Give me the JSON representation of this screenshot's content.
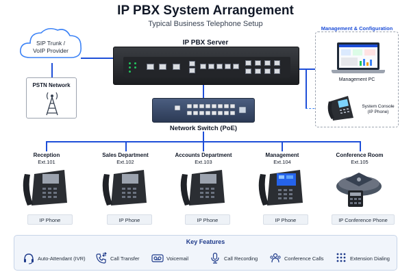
{
  "header": {
    "title": "IP PBX System Arrangement",
    "subtitle": "Typical Business Telephone Setup"
  },
  "cloud": {
    "line1": "SIP Trunk /",
    "line2": "VoIP Provider"
  },
  "pstn": {
    "label": "PSTN Network"
  },
  "pbx": {
    "label": "IP PBX Server"
  },
  "switch": {
    "label": "Network Switch (PoE)"
  },
  "management": {
    "title": "Management & Configuration",
    "pc_label": "Management PC",
    "console_line1": "System Console",
    "console_line2": "(IP Phone)"
  },
  "extensions": [
    {
      "name": "Reception",
      "ext": "Ext.101",
      "type": "IP Phone"
    },
    {
      "name": "Sales Department",
      "ext": "Ext.102",
      "type": "IP Phone"
    },
    {
      "name": "Accounts Department",
      "ext": "Ext.103",
      "type": "IP Phone"
    },
    {
      "name": "Management",
      "ext": "Ext.104",
      "type": "IP Phone"
    },
    {
      "name": "Conference Room",
      "ext": "Ext.105",
      "type": "IP Conference Phone"
    }
  ],
  "features": {
    "title": "Key Features",
    "items": [
      {
        "label": "Auto-Attendant (IVR)",
        "icon": "headset-icon"
      },
      {
        "label": "Call Transfer",
        "icon": "call-transfer-icon"
      },
      {
        "label": "Voicemail",
        "icon": "voicemail-icon"
      },
      {
        "label": "Call Recording",
        "icon": "microphone-icon"
      },
      {
        "label": "Conference Calls",
        "icon": "group-icon"
      },
      {
        "label": "Extension Dialing",
        "icon": "keypad-icon"
      }
    ]
  },
  "colors": {
    "accent": "#1d4ed8",
    "feature_icon": "#1e3a8a",
    "led": "#22c55e"
  }
}
